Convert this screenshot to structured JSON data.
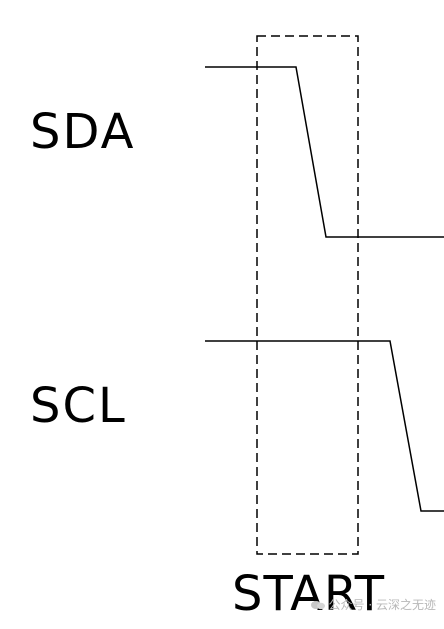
{
  "signals": {
    "sda_label": "SDA",
    "scl_label": "SCL"
  },
  "condition": {
    "start_label": "START"
  },
  "watermark": {
    "text": "公众号 · 云深之无迹"
  },
  "colors": {
    "line": "#000000",
    "background": "#ffffff",
    "watermark": "#b8b8b8"
  }
}
